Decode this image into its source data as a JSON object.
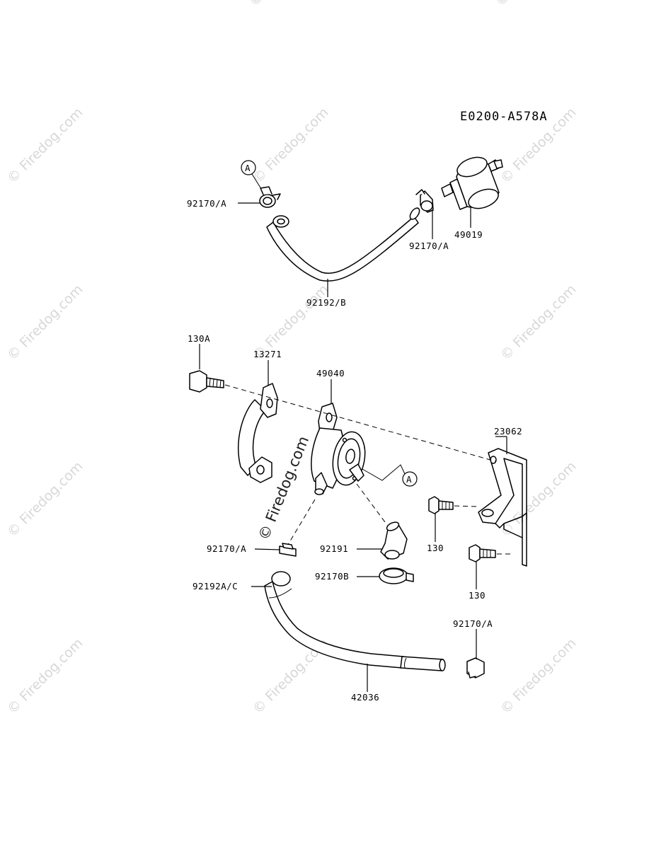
{
  "diagram_code": "E0200-A578A",
  "watermark": "© Firedog.com",
  "callout_letter": "A",
  "labels": {
    "p92170A_top_left": "92170/A",
    "p92170A_top_mid": "92170/A",
    "p49019": "49019",
    "p92192B": "92192/B",
    "p130A": "130A",
    "p13271": "13271",
    "p49040": "49040",
    "p23062": "23062",
    "p130_upper": "130",
    "p130_lower": "130",
    "p92170A_mid": "92170/A",
    "p92191": "92191",
    "p92170B": "92170B",
    "p92192AC": "92192A/C",
    "p92170A_bottom": "92170/A",
    "p42036": "42036"
  }
}
